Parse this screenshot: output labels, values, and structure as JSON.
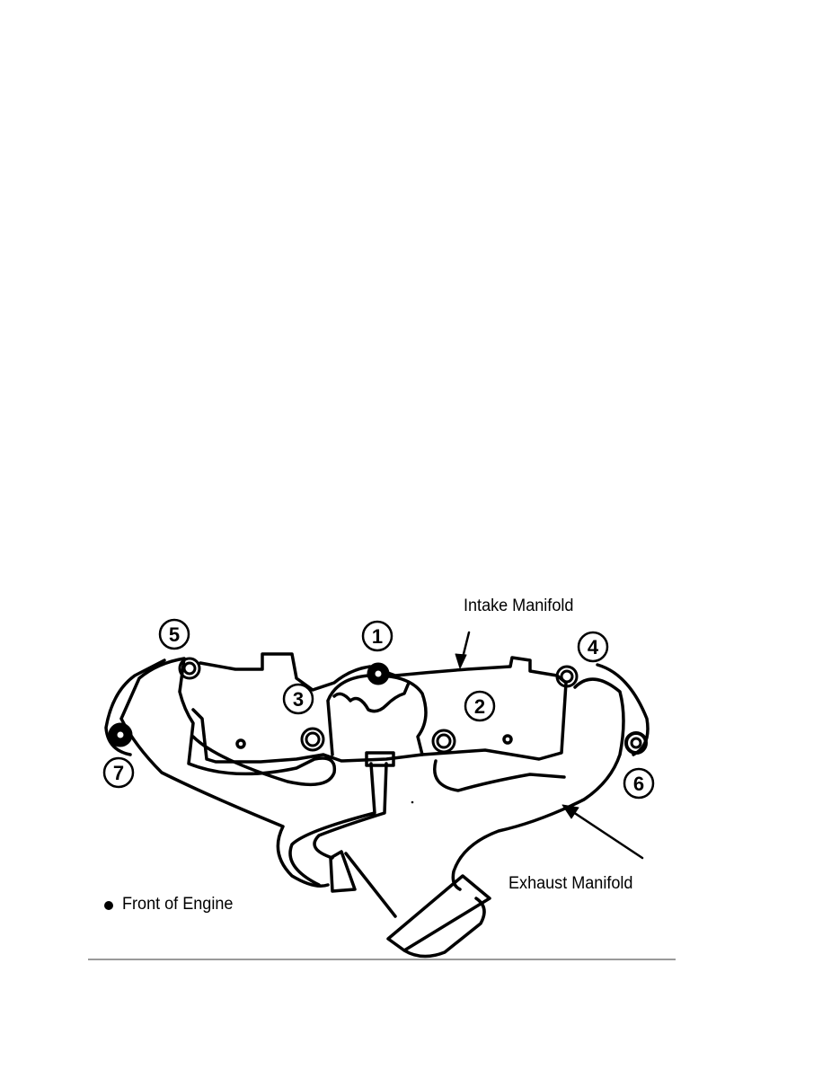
{
  "diagram": {
    "labels": {
      "intake": "Intake Manifold",
      "exhaust": "Exhaust Manifold",
      "front": "Front of Engine"
    },
    "bolt_numbers": [
      "1",
      "2",
      "3",
      "4",
      "5",
      "6",
      "7"
    ],
    "colors": {
      "line": "#000000",
      "rule": "#9a9a9a"
    }
  }
}
